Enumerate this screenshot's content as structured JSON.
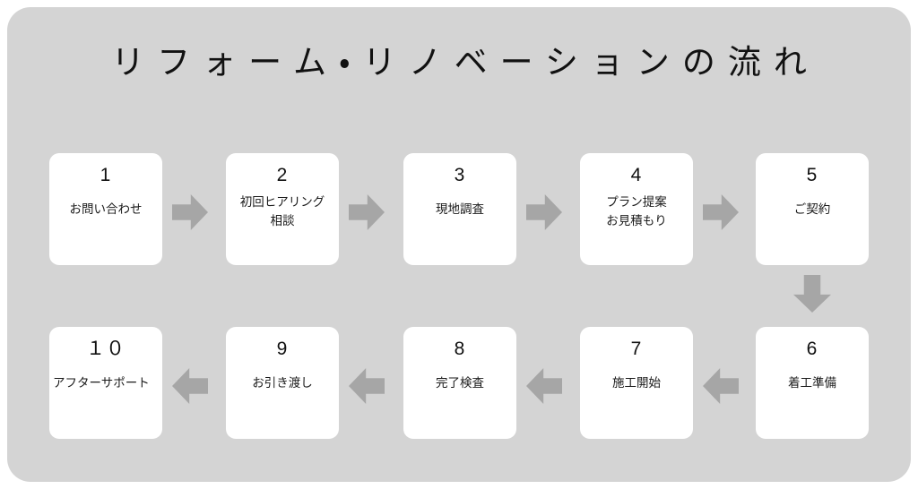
{
  "diagram": {
    "title": "リフォーム・リノベーションの流れ",
    "panel_color": "#d4d4d4",
    "node_color": "#ffffff",
    "arrow_color": "#a6a6a6",
    "text_color": "#111111",
    "row1": [
      {
        "number": "1",
        "label": "お問い合わせ"
      },
      {
        "number": "2",
        "label_line1": "初回ヒアリング",
        "label_line2": "相談"
      },
      {
        "number": "3",
        "label": "現地調査"
      },
      {
        "number": "4",
        "label_line1": "プラン提案",
        "label_line2": "お見積もり"
      },
      {
        "number": "5",
        "label": "ご契約"
      }
    ],
    "row2": [
      {
        "number": "１０",
        "label": "アフターサポート"
      },
      {
        "number": "9",
        "label": "お引き渡し"
      },
      {
        "number": "8",
        "label": "完了検査"
      },
      {
        "number": "7",
        "label": "施工開始"
      },
      {
        "number": "6",
        "label": "着工準備"
      }
    ],
    "connectors": {
      "row1_arrows": [
        "right",
        "right",
        "right",
        "right"
      ],
      "turn_arrow": "down",
      "row2_arrows": [
        "left",
        "left",
        "left",
        "left"
      ]
    }
  }
}
